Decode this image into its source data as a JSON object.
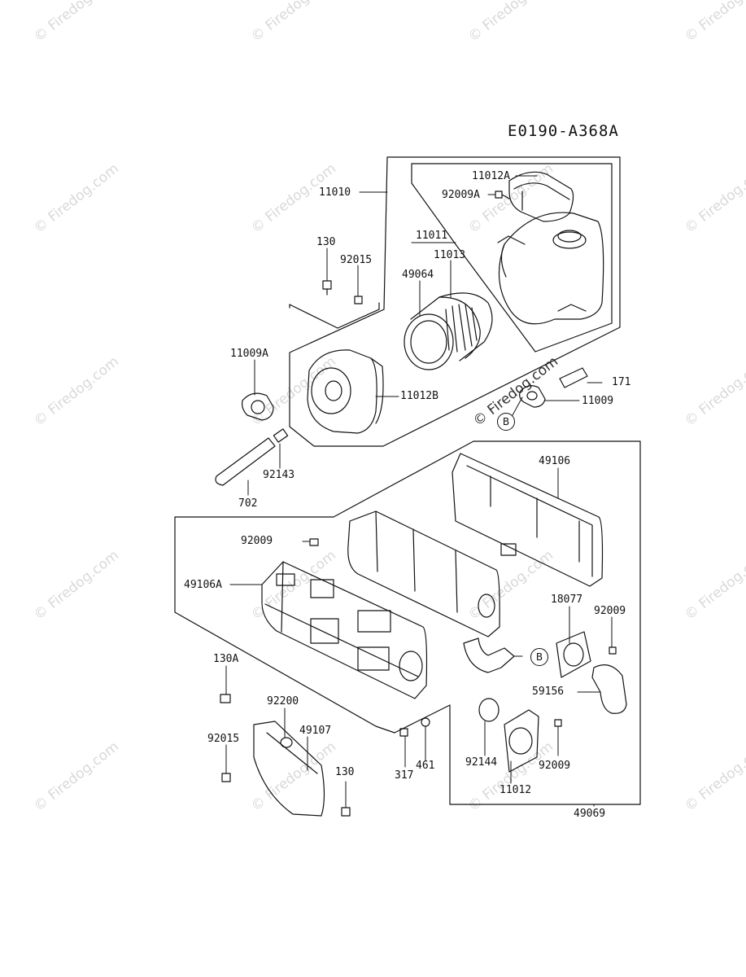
{
  "diagram": {
    "code": "E0190-A368A",
    "watermark": "© Firedog.com",
    "callout": "B"
  },
  "parts": {
    "p11010": "11010",
    "p11012A": "11012A",
    "p92009A": "92009A",
    "p11011": "11011",
    "p130_top": "130",
    "p92015_top": "92015",
    "p11013": "11013",
    "p49064": "49064",
    "p11009A": "11009A",
    "p11012B": "11012B",
    "p171": "171",
    "p11009": "11009",
    "p92143": "92143",
    "p702": "702",
    "p49106": "49106",
    "p92009_left": "92009",
    "p49106A": "49106A",
    "p18077": "18077",
    "p92009_right": "92009",
    "p130A": "130A",
    "p59156": "59156",
    "p92200": "92200",
    "p92015_bottom": "92015",
    "p49107": "49107",
    "p130_bottom": "130",
    "p317": "317",
    "p461": "461",
    "p92144": "92144",
    "p92009_bottom": "92009",
    "p11012": "11012",
    "p49069": "49069"
  }
}
